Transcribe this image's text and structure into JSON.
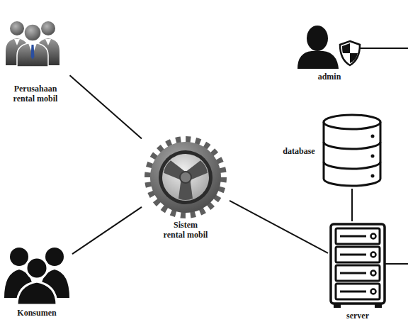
{
  "diagram": {
    "nodes": [
      {
        "text": [
          "Perusahaan rental mobil"
        ]
      },
      {
        "text": [
          "admin"
        ]
      },
      {
        "text": [
          "database"
        ]
      },
      {
        "text": [
          "Sistem rental mobil"
        ]
      },
      {
        "text": [
          "Konsumen"
        ]
      },
      {
        "text": [
          "server"
        ]
      }
    ],
    "edges": [
      {
        "from": 0,
        "to": 3,
        "arrow": "none"
      },
      {
        "from": 4,
        "to": 3,
        "arrow": "none"
      },
      {
        "from": 3,
        "to": 5,
        "arrow": "none"
      },
      {
        "from": 2,
        "to": 5,
        "arrow": "none"
      }
    ]
  }
}
